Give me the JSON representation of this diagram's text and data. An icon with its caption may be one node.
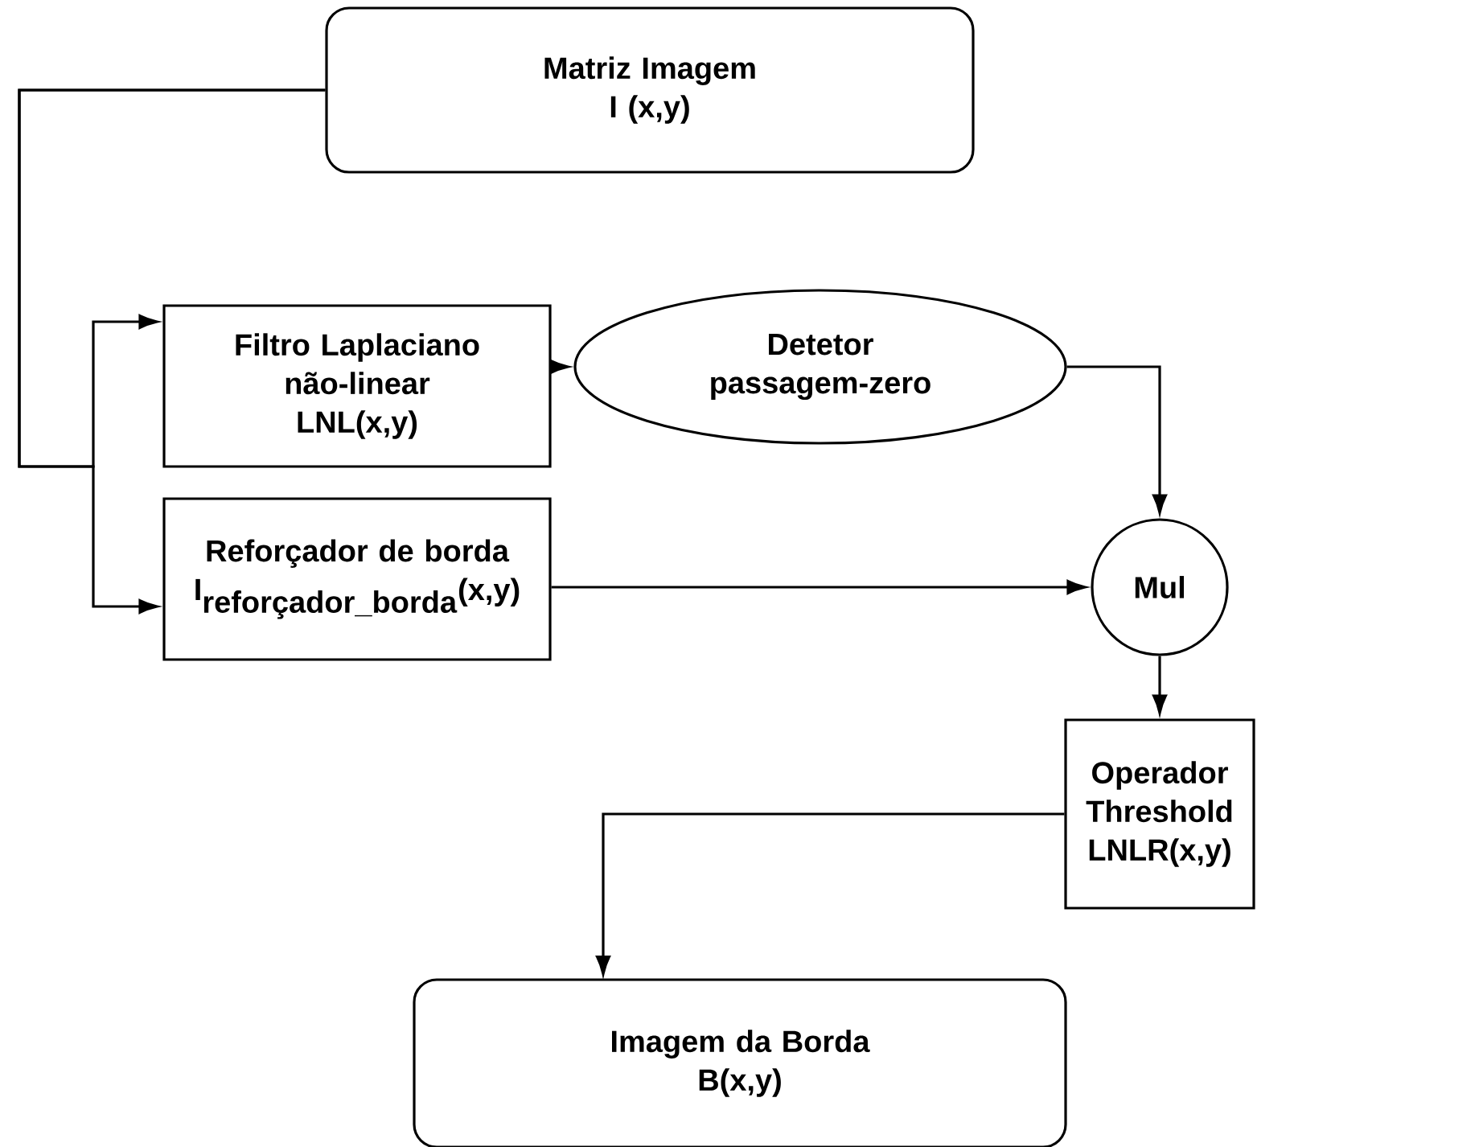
{
  "diagram": {
    "nodes": [
      {
        "text": [
          "Matriz Imagem",
          "I (x,y)"
        ]
      },
      {
        "text": [
          "Filtro Laplaciano não-linear",
          "LNL(x,y)"
        ]
      },
      {
        "text": [
          "Detetor passagem-zero"
        ]
      },
      {
        "text": [
          "Reforçador de borda",
          "\\mathbf{I}_{\\mbox{\\bfseries reforçador\\_borda}}\\mbox{\\bfseries (x,y)}"
        ]
      },
      {
        "text": [
          "Mul"
        ]
      },
      {
        "text": [
          "Operador Threshold",
          "LNLR(x,y)"
        ]
      },
      {
        "text": [
          "Imagem da Borda",
          "B(x,y)"
        ]
      }
    ],
    "edges": [
      {
        "from": 0,
        "to": 1,
        "arrow": "to"
      },
      {
        "from": 0,
        "to": 3,
        "arrow": "to"
      },
      {
        "from": 1,
        "to": 2,
        "arrow": "to"
      },
      {
        "from": 2,
        "to": 4,
        "arrow": "to"
      },
      {
        "from": 3,
        "to": 4,
        "arrow": "to"
      },
      {
        "from": 4,
        "to": 5,
        "arrow": "to"
      },
      {
        "from": 5,
        "to": 6,
        "arrow": "to"
      }
    ]
  }
}
